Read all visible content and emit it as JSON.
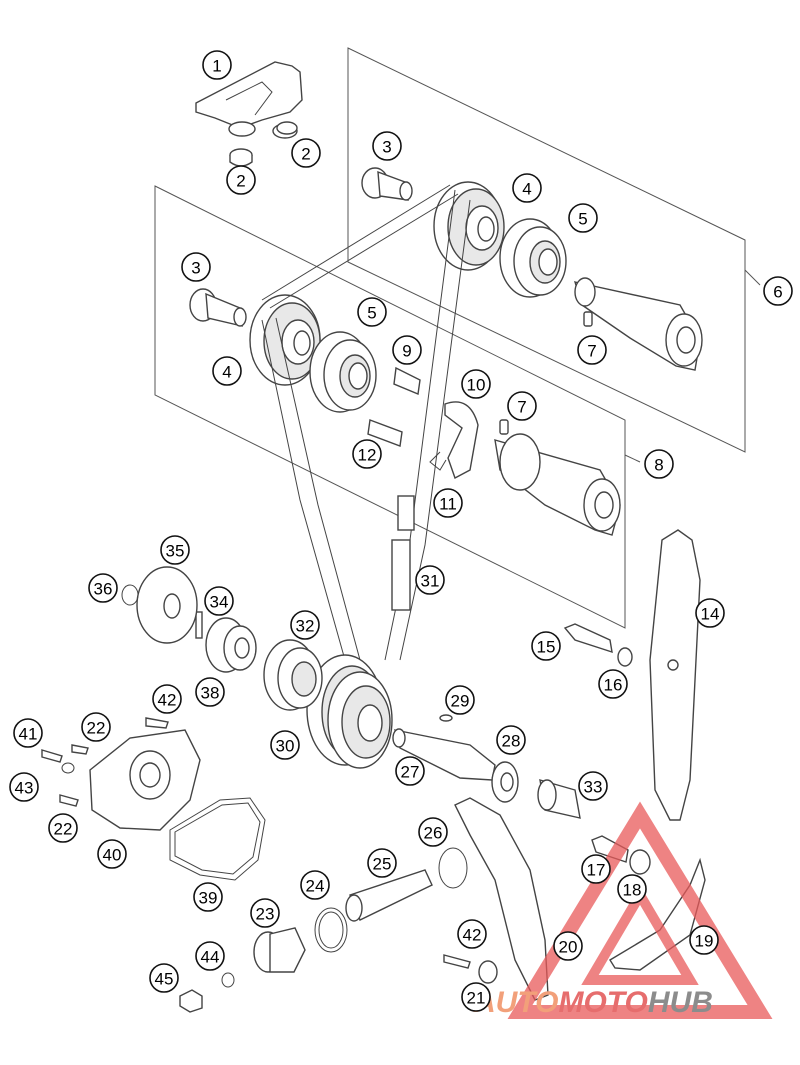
{
  "parts": [
    {
      "id": "p1",
      "label": "1"
    },
    {
      "id": "p2a",
      "label": "2"
    },
    {
      "id": "p2b",
      "label": "2"
    },
    {
      "id": "p3a",
      "label": "3"
    },
    {
      "id": "p3b",
      "label": "3"
    },
    {
      "id": "p4a",
      "label": "4"
    },
    {
      "id": "p4b",
      "label": "4"
    },
    {
      "id": "p5a",
      "label": "5"
    },
    {
      "id": "p5b",
      "label": "5"
    },
    {
      "id": "p6",
      "label": "6"
    },
    {
      "id": "p7a",
      "label": "7"
    },
    {
      "id": "p7b",
      "label": "7"
    },
    {
      "id": "p8",
      "label": "8"
    },
    {
      "id": "p9",
      "label": "9"
    },
    {
      "id": "p10",
      "label": "10"
    },
    {
      "id": "p11",
      "label": "11"
    },
    {
      "id": "p12",
      "label": "12"
    },
    {
      "id": "p14",
      "label": "14"
    },
    {
      "id": "p15",
      "label": "15"
    },
    {
      "id": "p16",
      "label": "16"
    },
    {
      "id": "p17",
      "label": "17"
    },
    {
      "id": "p18",
      "label": "18"
    },
    {
      "id": "p19",
      "label": "19"
    },
    {
      "id": "p20",
      "label": "20"
    },
    {
      "id": "p21",
      "label": "21"
    },
    {
      "id": "p22a",
      "label": "22"
    },
    {
      "id": "p22b",
      "label": "22"
    },
    {
      "id": "p23",
      "label": "23"
    },
    {
      "id": "p24",
      "label": "24"
    },
    {
      "id": "p25",
      "label": "25"
    },
    {
      "id": "p26",
      "label": "26"
    },
    {
      "id": "p27",
      "label": "27"
    },
    {
      "id": "p28",
      "label": "28"
    },
    {
      "id": "p29",
      "label": "29"
    },
    {
      "id": "p30",
      "label": "30"
    },
    {
      "id": "p31",
      "label": "31"
    },
    {
      "id": "p32",
      "label": "32"
    },
    {
      "id": "p33",
      "label": "33"
    },
    {
      "id": "p34",
      "label": "34"
    },
    {
      "id": "p35",
      "label": "35"
    },
    {
      "id": "p36",
      "label": "36"
    },
    {
      "id": "p38",
      "label": "38"
    },
    {
      "id": "p39",
      "label": "39"
    },
    {
      "id": "p40",
      "label": "40"
    },
    {
      "id": "p41",
      "label": "41"
    },
    {
      "id": "p42a",
      "label": "42"
    },
    {
      "id": "p42b",
      "label": "42"
    },
    {
      "id": "p43",
      "label": "43"
    },
    {
      "id": "p44",
      "label": "44"
    },
    {
      "id": "p45",
      "label": "45"
    }
  ],
  "watermark": {
    "text_a": "AUTO",
    "text_b": "MOTO",
    "text_c": "HUB",
    "color_a": "#f2a07a",
    "color_b": "#e66d6d",
    "color_c": "#8c8c8c",
    "triangle_color": "#e85a5a"
  }
}
